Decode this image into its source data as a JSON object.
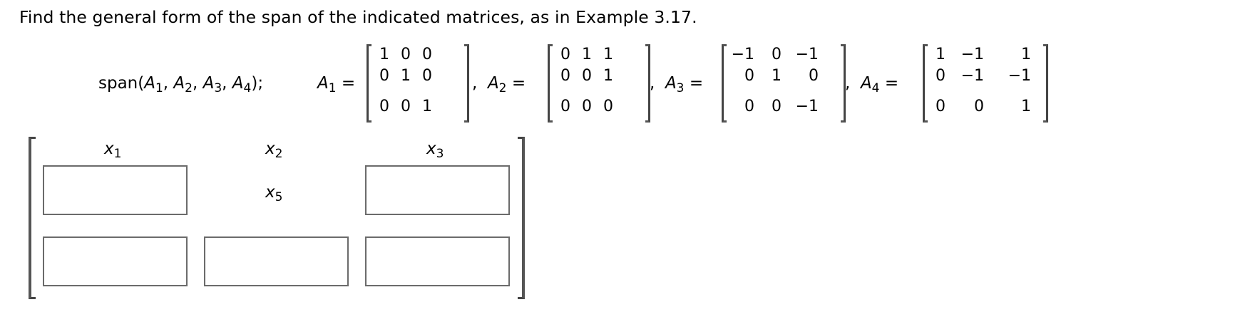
{
  "question": {
    "text": "Find the general form of the span of the indicated matrices, as in Example 3.17."
  },
  "span_expression": {
    "prefix": "span(",
    "args": [
      {
        "name": "A",
        "sub": "1"
      },
      {
        "name": "A",
        "sub": "2"
      },
      {
        "name": "A",
        "sub": "3"
      },
      {
        "name": "A",
        "sub": "4"
      }
    ],
    "suffix": ");"
  },
  "matrices": [
    {
      "name": "A",
      "sub": "1",
      "rows": [
        [
          "1",
          "0",
          "0"
        ],
        [
          "0",
          "1",
          "0"
        ],
        [
          "0",
          "0",
          "1"
        ]
      ]
    },
    {
      "name": "A",
      "sub": "2",
      "rows": [
        [
          "0",
          "1",
          "1"
        ],
        [
          "0",
          "0",
          "1"
        ],
        [
          "0",
          "0",
          "0"
        ]
      ]
    },
    {
      "name": "A",
      "sub": "3",
      "rows": [
        [
          "−1",
          "0",
          "−1"
        ],
        [
          "0",
          "1",
          "0"
        ],
        [
          "0",
          "0",
          "−1"
        ]
      ]
    },
    {
      "name": "A",
      "sub": "4",
      "rows": [
        [
          "1",
          "−1",
          "1"
        ],
        [
          "0",
          "−1",
          "−1"
        ],
        [
          "0",
          "0",
          "1"
        ]
      ]
    }
  ],
  "answer_matrix": {
    "column_labels": [
      {
        "name": "x",
        "sub": "1"
      },
      {
        "name": "x",
        "sub": "2"
      },
      {
        "name": "x",
        "sub": "3"
      }
    ],
    "row1_middle_label": {
      "name": "x",
      "sub": "5"
    },
    "inputs": {
      "r1c1": "",
      "r1c3": "",
      "r2c1": "",
      "r2c2": "",
      "r2c3": ""
    }
  },
  "symbols": {
    "equals": "=",
    "comma": ",",
    "sep": ", "
  }
}
